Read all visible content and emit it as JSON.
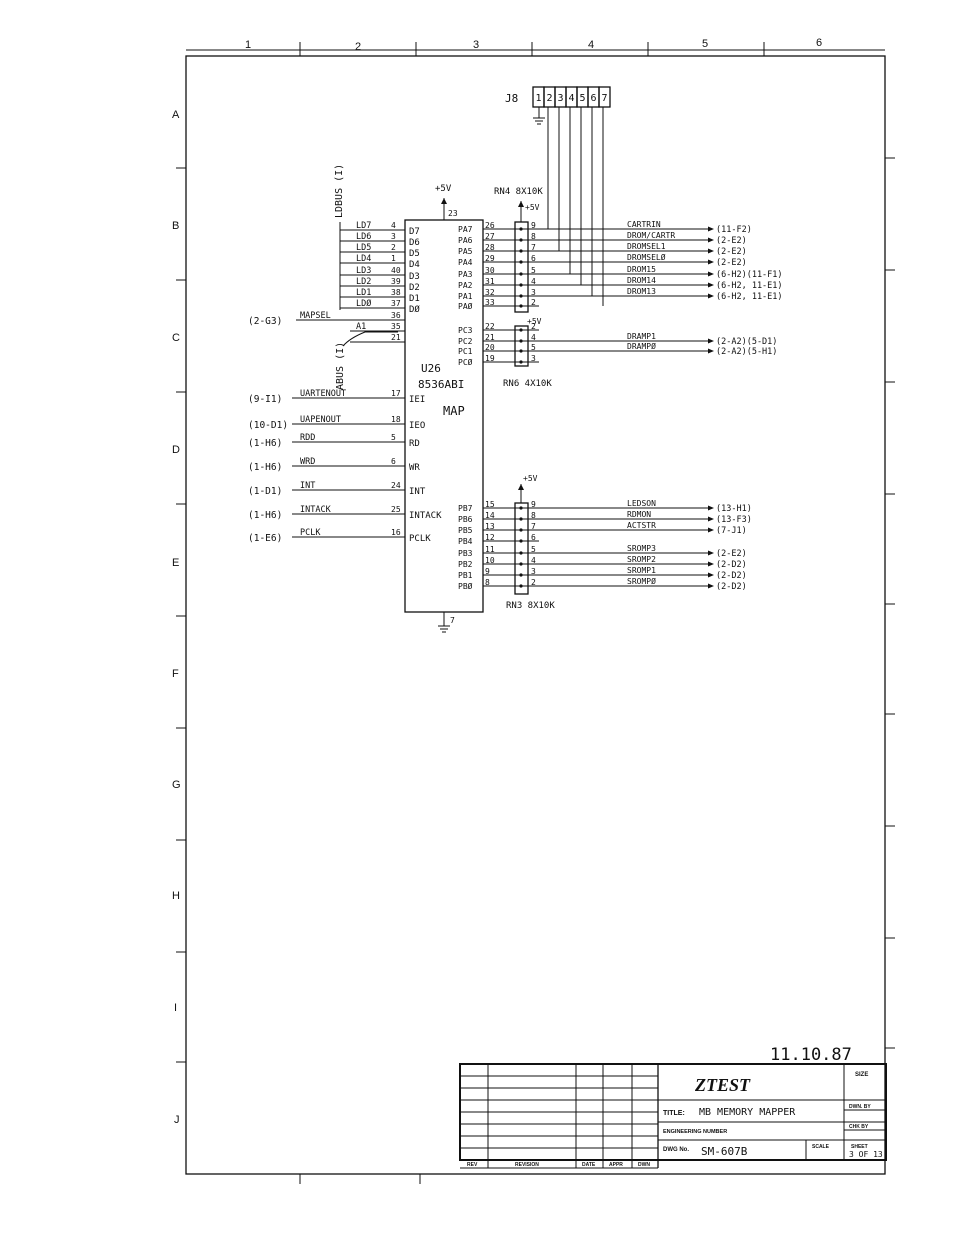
{
  "grid": {
    "columns": [
      "1",
      "2",
      "3",
      "4",
      "5",
      "6"
    ],
    "rows": [
      "A",
      "B",
      "C",
      "D",
      "E",
      "F",
      "G",
      "H",
      "I",
      "J"
    ]
  },
  "j8": {
    "ref": "J8",
    "pins": [
      "1",
      "2",
      "3",
      "4",
      "5",
      "6",
      "7"
    ]
  },
  "rn4": {
    "label": "RN4 8X10K",
    "vcc": "+5V"
  },
  "rn6": {
    "label": "RN6 4X10K",
    "vcc": "+5V"
  },
  "rn3": {
    "label": "RN3 8X10K",
    "vcc": "+5V"
  },
  "u26": {
    "ref": "U26",
    "part": "8536ABI",
    "func": "MAP",
    "vcc": "+5V",
    "vcc_pin": "23",
    "gnd_pin": "7"
  },
  "buses": {
    "ldbus": "LDBUS (I)",
    "abus": "ABUS (I)"
  },
  "left_pins": [
    {
      "name": "D7",
      "num": "4",
      "net": "LD7",
      "ref": ""
    },
    {
      "name": "D6",
      "num": "3",
      "net": "LD6",
      "ref": ""
    },
    {
      "name": "D5",
      "num": "2",
      "net": "LD5",
      "ref": ""
    },
    {
      "name": "D4",
      "num": "1",
      "net": "LD4",
      "ref": ""
    },
    {
      "name": "D3",
      "num": "40",
      "net": "LD3",
      "ref": ""
    },
    {
      "name": "D2",
      "num": "39",
      "net": "LD2",
      "ref": ""
    },
    {
      "name": "D1",
      "num": "38",
      "net": "LD1",
      "ref": ""
    },
    {
      "name": "DØ",
      "num": "37",
      "net": "LDØ",
      "ref": ""
    },
    {
      "name": "",
      "num": "36",
      "net": "MAPSEL",
      "ref": "(2-G3)"
    },
    {
      "name": "",
      "num": "35",
      "net": "A1",
      "ref": ""
    },
    {
      "name": "",
      "num": "21",
      "net": "",
      "ref": ""
    },
    {
      "name": "IEI",
      "num": "17",
      "net": "UARTENOUT",
      "ref": "(9-I1)"
    },
    {
      "name": "IEO",
      "num": "18",
      "net": "UAPENOUT",
      "ref": "(10-D1)"
    },
    {
      "name": "RD",
      "num": "5",
      "net": "RDD",
      "ref": "(1-H6)"
    },
    {
      "name": "WR",
      "num": "6",
      "net": "WRD",
      "ref": "(1-H6)"
    },
    {
      "name": "INT",
      "num": "24",
      "net": "INT",
      "ref": "(1-D1)"
    },
    {
      "name": "INTACK",
      "num": "25",
      "net": "INTACK",
      "ref": "(1-H6)"
    },
    {
      "name": "PCLK",
      "num": "16",
      "net": "PCLK",
      "ref": "(1-E6)"
    }
  ],
  "pa_pins": [
    {
      "name": "PA7",
      "num": "26",
      "rn": "9",
      "net": "CARTRIN",
      "ref": "(11-F2)"
    },
    {
      "name": "PA6",
      "num": "27",
      "rn": "8",
      "net": "DROM/CARTR",
      "ref": "(2-E2)"
    },
    {
      "name": "PA5",
      "num": "28",
      "rn": "7",
      "net": "DROMSEL1",
      "ref": "(2-E2)"
    },
    {
      "name": "PA4",
      "num": "29",
      "rn": "6",
      "net": "DROMSELØ",
      "ref": "(2-E2)"
    },
    {
      "name": "PA3",
      "num": "30",
      "rn": "5",
      "net": "DROM15",
      "ref": "(6-H2)(11-F1)"
    },
    {
      "name": "PA2",
      "num": "31",
      "rn": "4",
      "net": "DROM14",
      "ref": "(6-H2, 11-E1)"
    },
    {
      "name": "PA1",
      "num": "32",
      "rn": "3",
      "net": "DROM13",
      "ref": "(6-H2, 11-E1)"
    },
    {
      "name": "PAØ",
      "num": "33",
      "rn": "2",
      "net": "",
      "ref": ""
    }
  ],
  "pc_pins": [
    {
      "name": "PC3",
      "num": "22",
      "rn": "2",
      "net": "",
      "ref": ""
    },
    {
      "name": "PC2",
      "num": "21",
      "rn": "4",
      "net": "DRAMP1",
      "ref": "(2-A2)(5-D1)"
    },
    {
      "name": "PC1",
      "num": "20",
      "rn": "5",
      "net": "DRAMPØ",
      "ref": "(2-A2)(5-H1)"
    },
    {
      "name": "PCØ",
      "num": "19",
      "rn": "3",
      "net": "",
      "ref": ""
    }
  ],
  "pb_pins": [
    {
      "name": "PB7",
      "num": "15",
      "rn": "9",
      "net": "LEDSON",
      "ref": "(13-H1)"
    },
    {
      "name": "PB6",
      "num": "14",
      "rn": "8",
      "net": "RDMON",
      "ref": "(13-F3)"
    },
    {
      "name": "PB5",
      "num": "13",
      "rn": "7",
      "net": "ACTSTR",
      "ref": "(7-J1)"
    },
    {
      "name": "PB4",
      "num": "12",
      "rn": "6",
      "net": "",
      "ref": ""
    },
    {
      "name": "PB3",
      "num": "11",
      "rn": "5",
      "net": "SROMP3",
      "ref": "(2-E2)"
    },
    {
      "name": "PB2",
      "num": "10",
      "rn": "4",
      "net": "SROMP2",
      "ref": "(2-D2)"
    },
    {
      "name": "PB1",
      "num": "9",
      "rn": "3",
      "net": "SROMP1",
      "ref": "(2-D2)"
    },
    {
      "name": "PBØ",
      "num": "8",
      "rn": "2",
      "net": "SROMPØ",
      "ref": "(2-D2)"
    }
  ],
  "title_block": {
    "date": "11.10.87",
    "company": "ZTEST",
    "size_label": "SIZE",
    "title_label": "TITLE:",
    "title": "MB MEMORY MAPPER",
    "dwn_by_label": "DWN. BY",
    "eng_label": "ENGINEERING NUMBER",
    "chk_by_label": "CHK BY",
    "dwg_label": "DWG No.",
    "dwg_no": "SM-607B",
    "scale_label": "SCALE",
    "sheet_label": "SHEET",
    "sheet": "3 OF 13",
    "rev_cols": [
      "REV",
      "REVISION",
      "DATE",
      "APPR",
      "DWN"
    ]
  }
}
